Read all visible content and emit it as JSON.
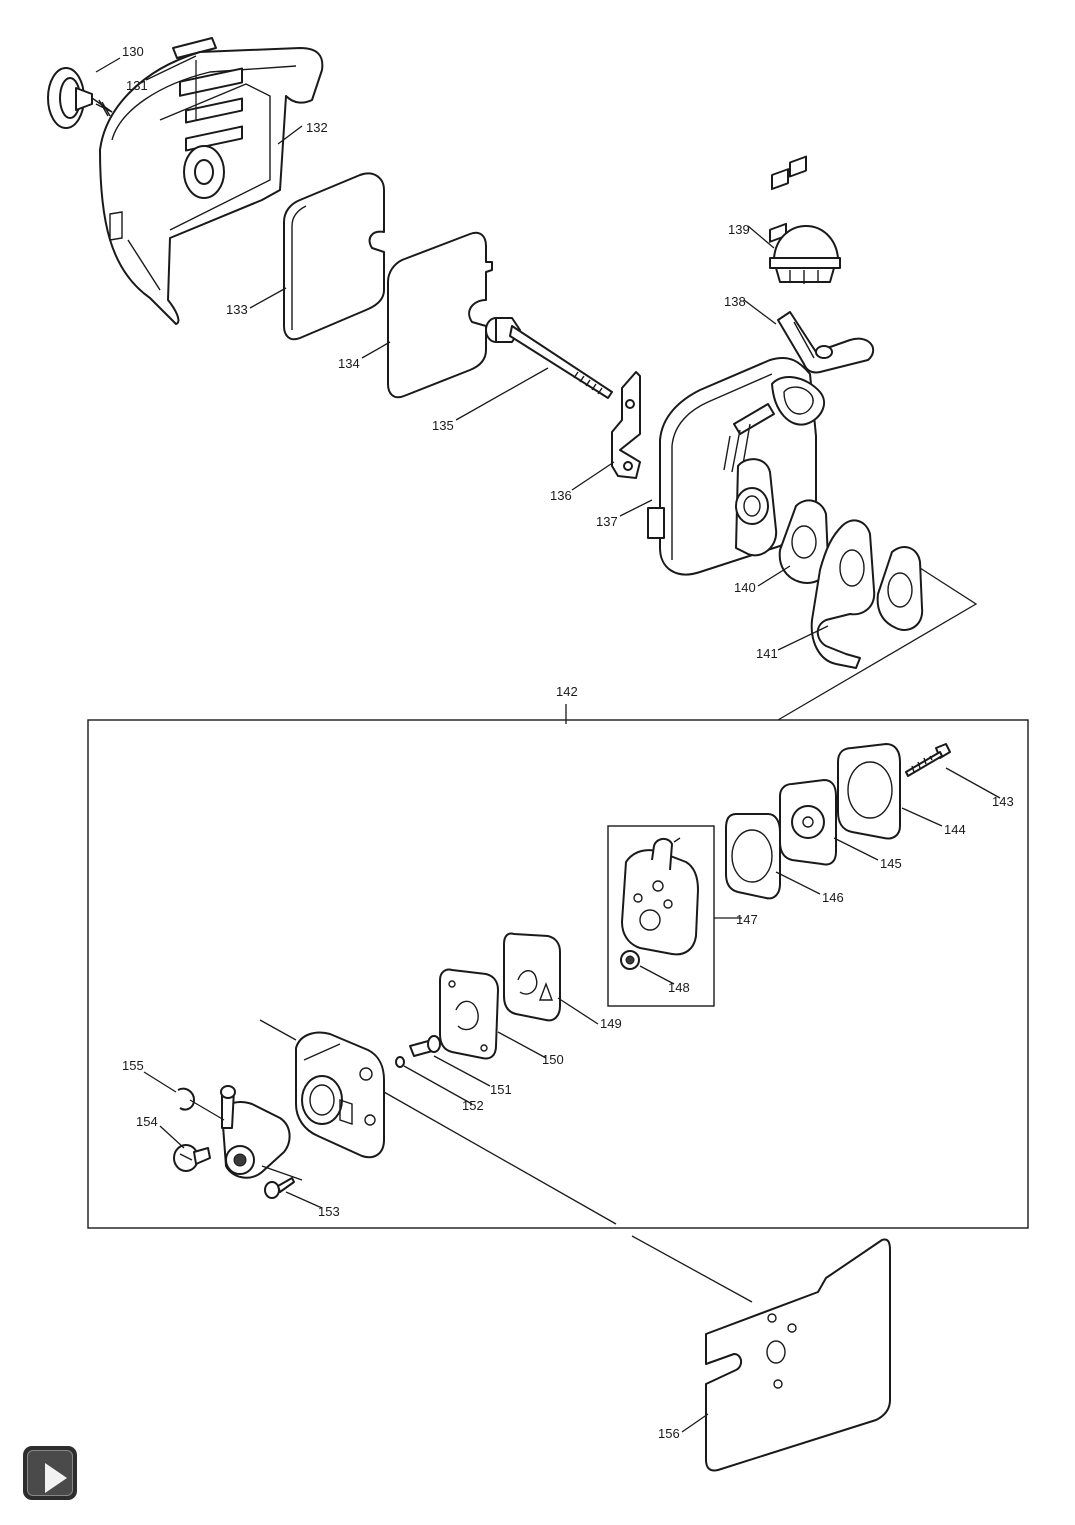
{
  "diagram": {
    "assembly_label": "142",
    "callouts": {
      "130": "130",
      "131": "131",
      "132": "132",
      "133": "133",
      "134": "134",
      "135": "135",
      "136": "136",
      "137": "137",
      "138": "138",
      "139": "139",
      "140": "140",
      "141": "141",
      "143": "143",
      "144": "144",
      "145": "145",
      "146": "146",
      "147": "147",
      "148": "148",
      "149": "149",
      "150": "150",
      "151": "151",
      "152": "152",
      "153": "153",
      "154": "154",
      "155": "155",
      "156": "156"
    }
  },
  "nav": {
    "play_icon": "play-icon"
  }
}
